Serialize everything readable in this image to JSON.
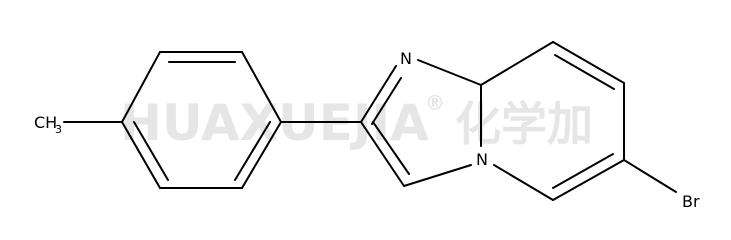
{
  "watermark": {
    "text": "HUAXUEJIA",
    "registered": "®",
    "cjk": "化学加",
    "color": "#e6e6e6"
  },
  "atoms": {
    "ch3_main": "CH",
    "ch3_sub": "3",
    "n_imine": "N",
    "n_bridge": "N",
    "br": "Br"
  },
  "colors": {
    "bond": "#000000",
    "background": "#ffffff"
  }
}
